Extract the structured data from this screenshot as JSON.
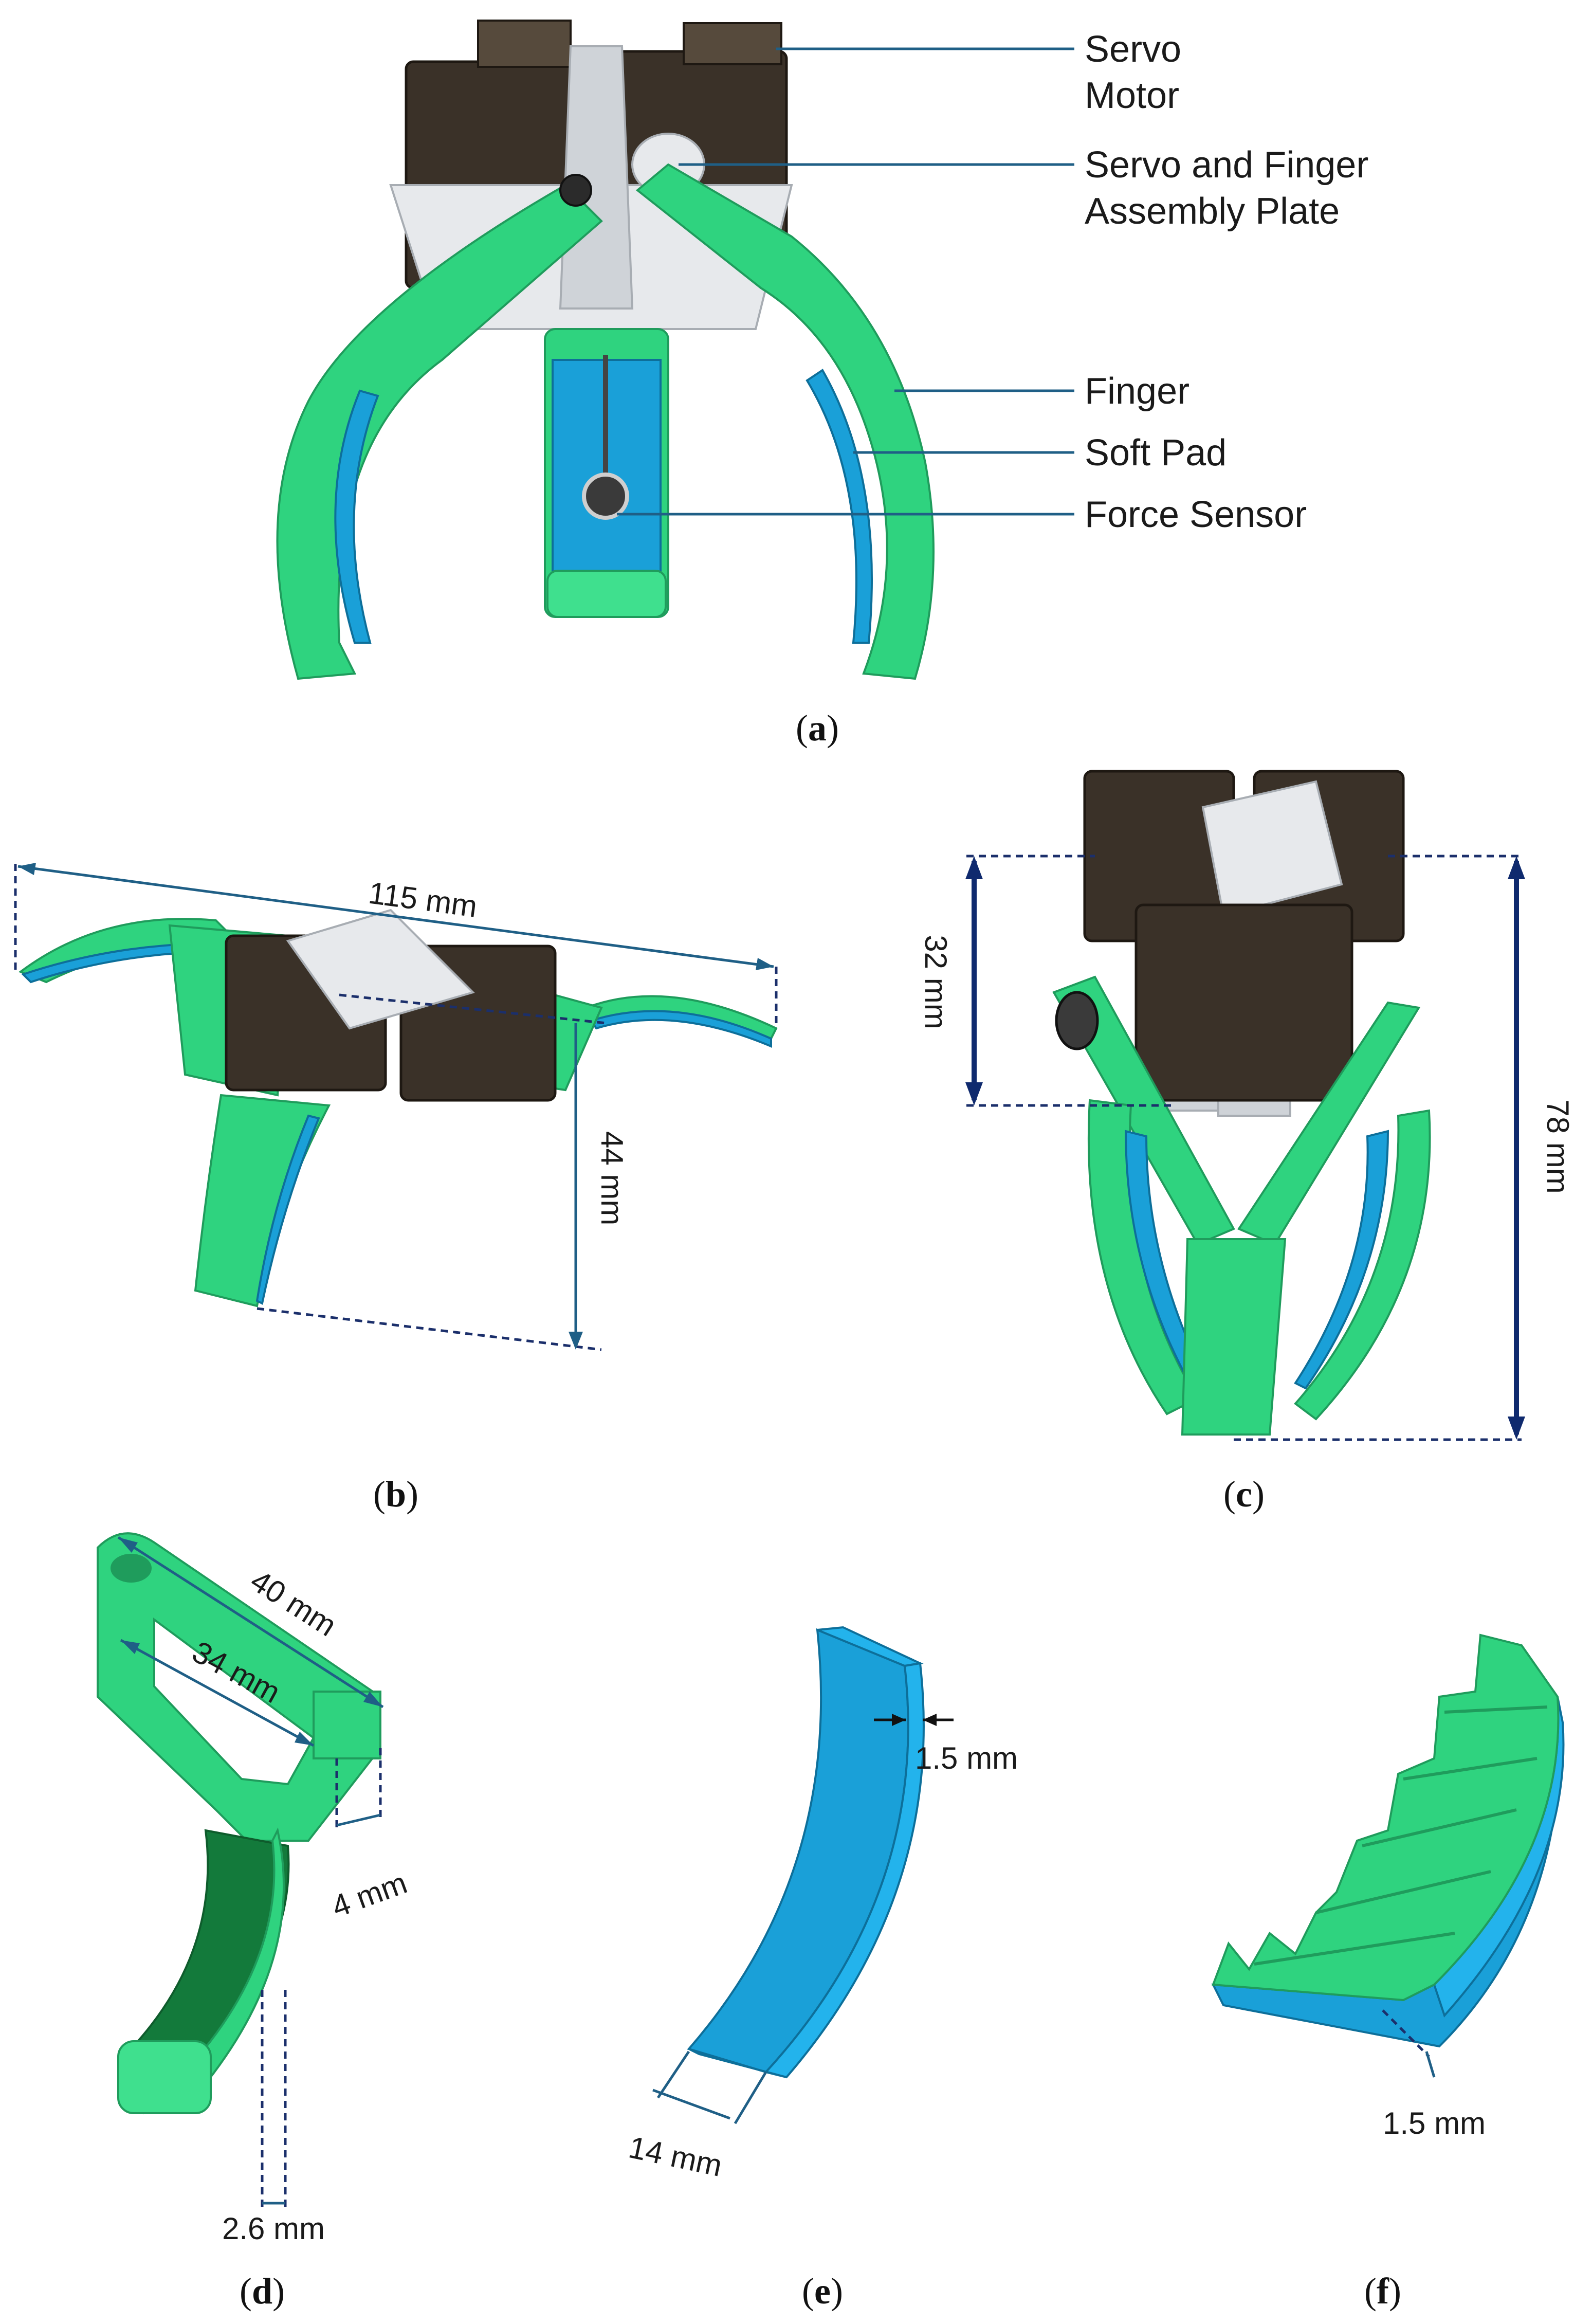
{
  "panel_a": {
    "labels": {
      "servo_motor_line1": "Servo",
      "servo_motor_line2": "Motor",
      "plate_line1": "Servo and Finger",
      "plate_line2": "Assembly Plate",
      "finger": "Finger",
      "soft_pad": "Soft Pad",
      "force_sensor": "Force Sensor"
    },
    "caption_letter": "a"
  },
  "panel_b": {
    "dims": {
      "span": "115 mm",
      "height": "44 mm"
    },
    "caption_letter": "b"
  },
  "panel_c": {
    "dims": {
      "body_height": "32 mm",
      "total_height": "78 mm"
    },
    "caption_letter": "c"
  },
  "panel_d": {
    "dims": {
      "outer_span": "40 mm",
      "inner_span": "34 mm",
      "tab_width": "4 mm",
      "pad_recess": "2.6 mm"
    },
    "caption_letter": "d"
  },
  "panel_e": {
    "dims": {
      "thickness": "1.5 mm",
      "width": "14 mm"
    },
    "caption_letter": "e"
  },
  "panel_f": {
    "dims": {
      "thickness": "1.5 mm"
    },
    "caption_letter": "f"
  },
  "colors": {
    "finger_green": "#2fd37f",
    "pad_blue": "#1aa0d8",
    "servo_brown": "#3a3128",
    "plate_white": "#e7e9ec",
    "leader_blue": "#1f5f86",
    "dimension_navy": "#0f2a6e"
  }
}
